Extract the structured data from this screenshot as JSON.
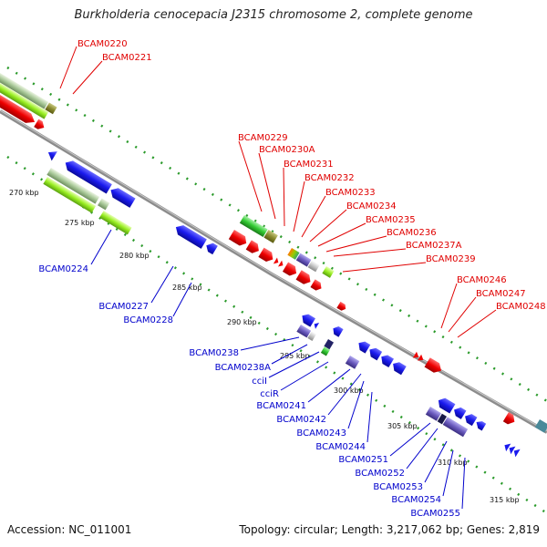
{
  "header": {
    "title": "Burkholderia cenocepacia J2315 chromosome 2, complete genome"
  },
  "footer": {
    "accession": "Accession: NC_011001",
    "topology": "Topology: circular; Length: 3,217,062 bp; Genes: 2,819"
  },
  "colors": {
    "backbone": "#8c8c8c",
    "tick_dots": "#2a9a2a",
    "label_top": "#e00000",
    "label_bottom": "#0000cc",
    "gene_red": "#ee0000",
    "gene_blue": "#1a1aee",
    "gene_lime": "#99ee22",
    "gene_green": "#33cc33",
    "gene_slate": "#6b5bbf"
  },
  "scale_labels": [
    "270 kbp",
    "275 kbp",
    "280 kbp",
    "285 kbp",
    "290 kbp",
    "295 kbp",
    "300 kbp",
    "305 kbp",
    "310 kbp",
    "315 kbp"
  ],
  "top_labels": [
    "BCAM0220",
    "BCAM0221",
    "BCAM0229",
    "BCAM0230A",
    "BCAM0231",
    "BCAM0232",
    "BCAM0233",
    "BCAM0234",
    "BCAM0235",
    "BCAM0236",
    "BCAM0237A",
    "BCAM0239",
    "BCAM0246",
    "BCAM0247",
    "BCAM0248"
  ],
  "bottom_labels": [
    "BCAM0224",
    "BCAM0227",
    "BCAM0228",
    "BCAM0238",
    "BCAM0238A",
    "cciI",
    "cciR",
    "BCAM0241",
    "BCAM0242",
    "BCAM0243",
    "BCAM0244",
    "BCAM0251",
    "BCAM0252",
    "BCAM0253",
    "BCAM0254",
    "BCAM0255"
  ]
}
